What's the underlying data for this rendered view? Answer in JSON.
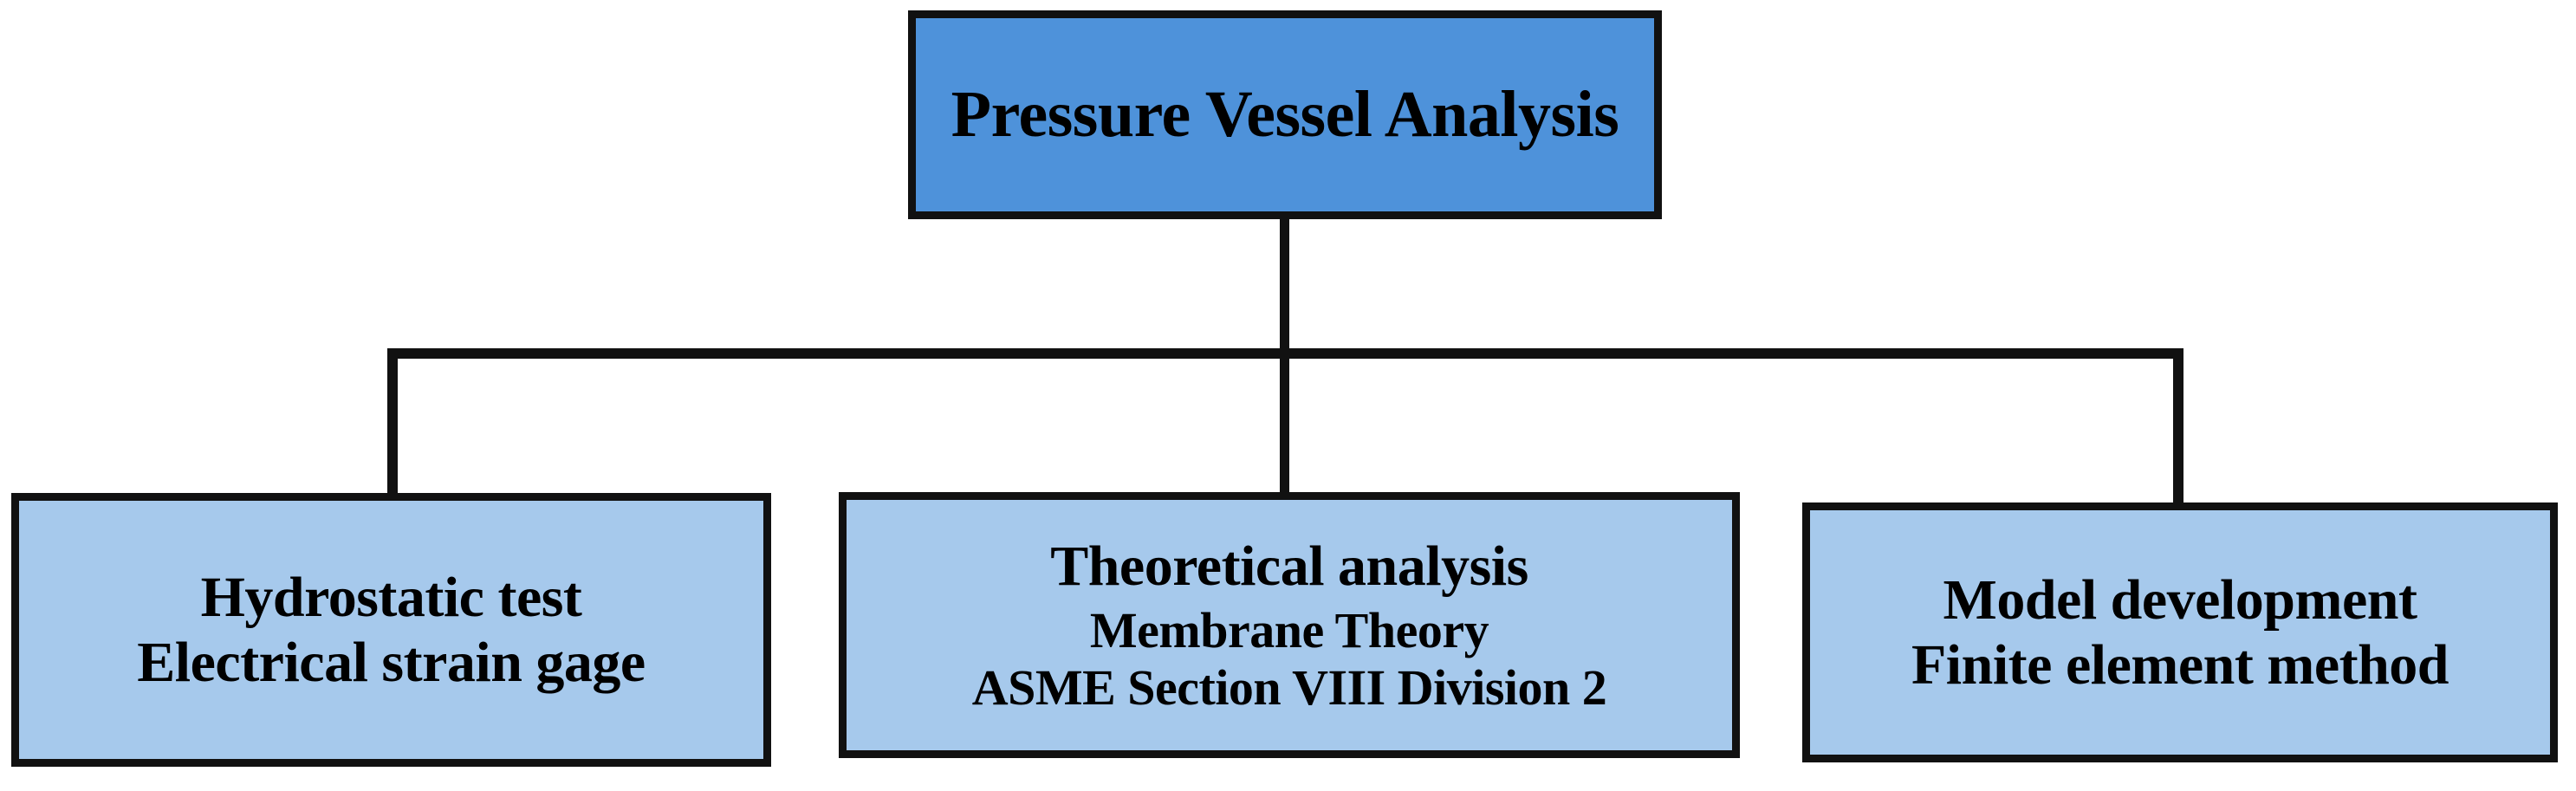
{
  "diagram": {
    "title": "Pressure Vessel Analysis",
    "type": "flowchart-tree",
    "colors": {
      "root_fill": "#4E92DA",
      "leaf_fill": "#A6C9EC",
      "stroke": "#111111",
      "text": "#000000",
      "background": "#FFFFFF"
    },
    "root": {
      "label": "Pressure Vessel Analysis"
    },
    "branches": [
      {
        "id": "hydrostatic",
        "lines": [
          "Hydrostatic test",
          "Electrical strain gage"
        ]
      },
      {
        "id": "theoretical",
        "lines": [
          "Theoretical analysis",
          "Membrane Theory",
          "ASME Section VIII Division 2"
        ]
      },
      {
        "id": "model",
        "lines": [
          "Model development",
          "Finite element method"
        ]
      }
    ]
  }
}
